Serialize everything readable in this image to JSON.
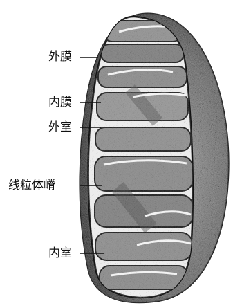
{
  "diagram": {
    "subject": "mitochondrion",
    "labels": {
      "outer_membrane": "外膜",
      "inner_membrane": "内膜",
      "outer_chamber": "外室",
      "cristae": "线粒体嵴",
      "inner_chamber": "内室"
    }
  }
}
